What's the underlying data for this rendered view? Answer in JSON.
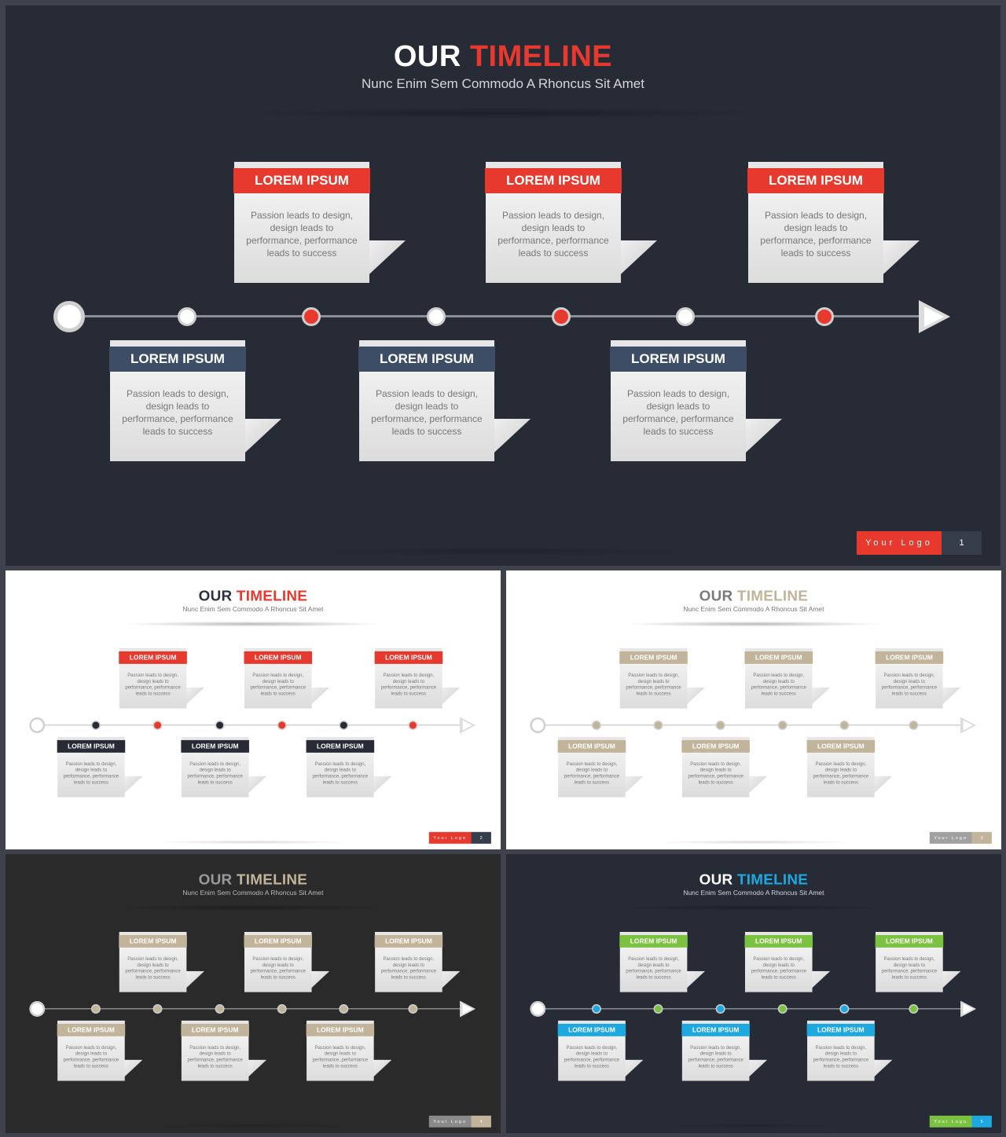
{
  "slides": [
    {
      "id": 1,
      "title_part1": "OUR ",
      "title_part2": "TIMELINE",
      "subtitle": "Nunc Enim Sem Commodo A Rhoncus Sit Amet",
      "logo": "Your Logo",
      "page": "1",
      "colors": {
        "bg": "#262b36",
        "title1": "#ffffff",
        "title2": "#e8392e",
        "subtitle": "#d4d6da",
        "top_head": "#e8392e",
        "bottom_head": "#3e4d66",
        "line": "#8a8e96",
        "dot_a": "#e8392e",
        "dot_b": "#ffffff",
        "logo_bg": "#e8392e",
        "page_bg": "#363d4b"
      },
      "top_cards": [
        {
          "heading": "LOREM IPSUM",
          "text": "Passion leads to design, design leads to performance, performance leads to success"
        },
        {
          "heading": "LOREM IPSUM",
          "text": "Passion leads to design, design leads to performance, performance leads to success"
        },
        {
          "heading": "LOREM IPSUM",
          "text": "Passion leads to design, design leads to performance, performance leads to success"
        }
      ],
      "bottom_cards": [
        {
          "heading": "LOREM IPSUM",
          "text": "Passion leads to design, design leads to performance, performance leads to success"
        },
        {
          "heading": "LOREM IPSUM",
          "text": "Passion leads to design, design leads to performance, performance leads to success"
        },
        {
          "heading": "LOREM IPSUM",
          "text": "Passion leads to design, design leads to performance, performance leads to success"
        }
      ]
    },
    {
      "id": 2,
      "title_part1": "OUR ",
      "title_part2": "TIMELINE",
      "subtitle": "Nunc Enim Sem Commodo A Rhoncus Sit Amet",
      "logo": "Your Logo",
      "page": "2",
      "colors": {
        "bg": "#ffffff",
        "title1": "#2a3140",
        "title2": "#e8392e",
        "subtitle": "#777777",
        "top_head": "#e8392e",
        "bottom_head": "#262b36",
        "line": "#d0d0d0",
        "dot_a": "#e8392e",
        "dot_b": "#262b36",
        "logo_bg": "#e8392e",
        "page_bg": "#363d4b"
      },
      "top_cards": [
        {
          "heading": "LOREM IPSUM",
          "text": "Passion leads to design, design leads to performance, performance leads to success"
        },
        {
          "heading": "LOREM IPSUM",
          "text": "Passion leads to design, design leads to performance, performance leads to success"
        },
        {
          "heading": "LOREM IPSUM",
          "text": "Passion leads to design, design leads to performance, performance leads to success"
        }
      ],
      "bottom_cards": [
        {
          "heading": "LOREM IPSUM",
          "text": "Passion leads to design, design leads to performance, performance leads to success"
        },
        {
          "heading": "LOREM IPSUM",
          "text": "Passion leads to design, design leads to performance, performance leads to success"
        },
        {
          "heading": "LOREM IPSUM",
          "text": "Passion leads to design, design leads to performance, performance leads to success"
        }
      ]
    },
    {
      "id": 3,
      "title_part1": "OUR ",
      "title_part2": "TIMELINE",
      "subtitle": "Nunc Enim Sem Commodo A Rhoncus Sit Amet",
      "logo": "Your Logo",
      "page": "3",
      "colors": {
        "bg": "#ffffff",
        "title1": "#7a7a7a",
        "title2": "#c2b49a",
        "subtitle": "#777777",
        "top_head": "#c2b49a",
        "bottom_head": "#c2b49a",
        "line": "#d0d0d0",
        "dot_a": "#c2b49a",
        "dot_b": "#c2b49a",
        "logo_bg": "#a0a0a0",
        "page_bg": "#c2b49a"
      },
      "top_cards": [
        {
          "heading": "LOREM IPSUM",
          "text": "Passion leads to design, design leads to performance, performance leads to success"
        },
        {
          "heading": "LOREM IPSUM",
          "text": "Passion leads to design, design leads to performance, performance leads to success"
        },
        {
          "heading": "LOREM IPSUM",
          "text": "Passion leads to design, design leads to performance, performance leads to success"
        }
      ],
      "bottom_cards": [
        {
          "heading": "LOREM IPSUM",
          "text": "Passion leads to design, design leads to performance, performance leads to success"
        },
        {
          "heading": "LOREM IPSUM",
          "text": "Passion leads to design, design leads to performance, performance leads to success"
        },
        {
          "heading": "LOREM IPSUM",
          "text": "Passion leads to design, design leads to performance, performance leads to success"
        }
      ]
    },
    {
      "id": 4,
      "title_part1": "OUR ",
      "title_part2": "TIMELINE",
      "subtitle": "Nunc Enim Sem Commodo A Rhoncus Sit Amet",
      "logo": "Your Logo",
      "page": "4",
      "colors": {
        "bg": "#2a2a2a",
        "title1": "#9a9a9a",
        "title2": "#c2b49a",
        "subtitle": "#bbbbbb",
        "top_head": "#c2b49a",
        "bottom_head": "#c2b49a",
        "line": "#8a8a8a",
        "dot_a": "#c2b49a",
        "dot_b": "#c2b49a",
        "logo_bg": "#8a8a8a",
        "page_bg": "#c2b49a"
      },
      "top_cards": [
        {
          "heading": "LOREM IPSUM",
          "text": "Passion leads to design, design leads to performance, performance leads to success"
        },
        {
          "heading": "LOREM IPSUM",
          "text": "Passion leads to design, design leads to performance, performance leads to success"
        },
        {
          "heading": "LOREM IPSUM",
          "text": "Passion leads to design, design leads to performance, performance leads to success"
        }
      ],
      "bottom_cards": [
        {
          "heading": "LOREM IPSUM",
          "text": "Passion leads to design, design leads to performance, performance leads to success"
        },
        {
          "heading": "LOREM IPSUM",
          "text": "Passion leads to design, design leads to performance, performance leads to success"
        },
        {
          "heading": "LOREM IPSUM",
          "text": "Passion leads to design, design leads to performance, performance leads to success"
        }
      ]
    },
    {
      "id": 5,
      "title_part1": "OUR ",
      "title_part2": "TIMELINE",
      "subtitle": "Nunc Enim Sem Commodo A Rhoncus Sit Amet",
      "logo": "Your Logo",
      "page": "5",
      "colors": {
        "bg": "#262b36",
        "title1": "#ffffff",
        "title2": "#1ea8e0",
        "subtitle": "#d4d6da",
        "top_head": "#7cc242",
        "bottom_head": "#1ea8e0",
        "line": "#8a8e96",
        "dot_a": "#7cc242",
        "dot_b": "#1ea8e0",
        "logo_bg": "#7cc242",
        "page_bg": "#1ea8e0"
      },
      "top_cards": [
        {
          "heading": "LOREM IPSUM",
          "text": "Passion leads to design, design leads to performance, performance leads to success"
        },
        {
          "heading": "LOREM IPSUM",
          "text": "Passion leads to design, design leads to performance, performance leads to success"
        },
        {
          "heading": "LOREM IPSUM",
          "text": "Passion leads to design, design leads to performance, performance leads to success"
        }
      ],
      "bottom_cards": [
        {
          "heading": "LOREM IPSUM",
          "text": "Passion leads to design, design leads to performance, performance leads to success"
        },
        {
          "heading": "LOREM IPSUM",
          "text": "Passion leads to design, design leads to performance, performance leads to success"
        },
        {
          "heading": "LOREM IPSUM",
          "text": "Passion leads to design, design leads to performance, performance leads to success"
        }
      ]
    }
  ]
}
